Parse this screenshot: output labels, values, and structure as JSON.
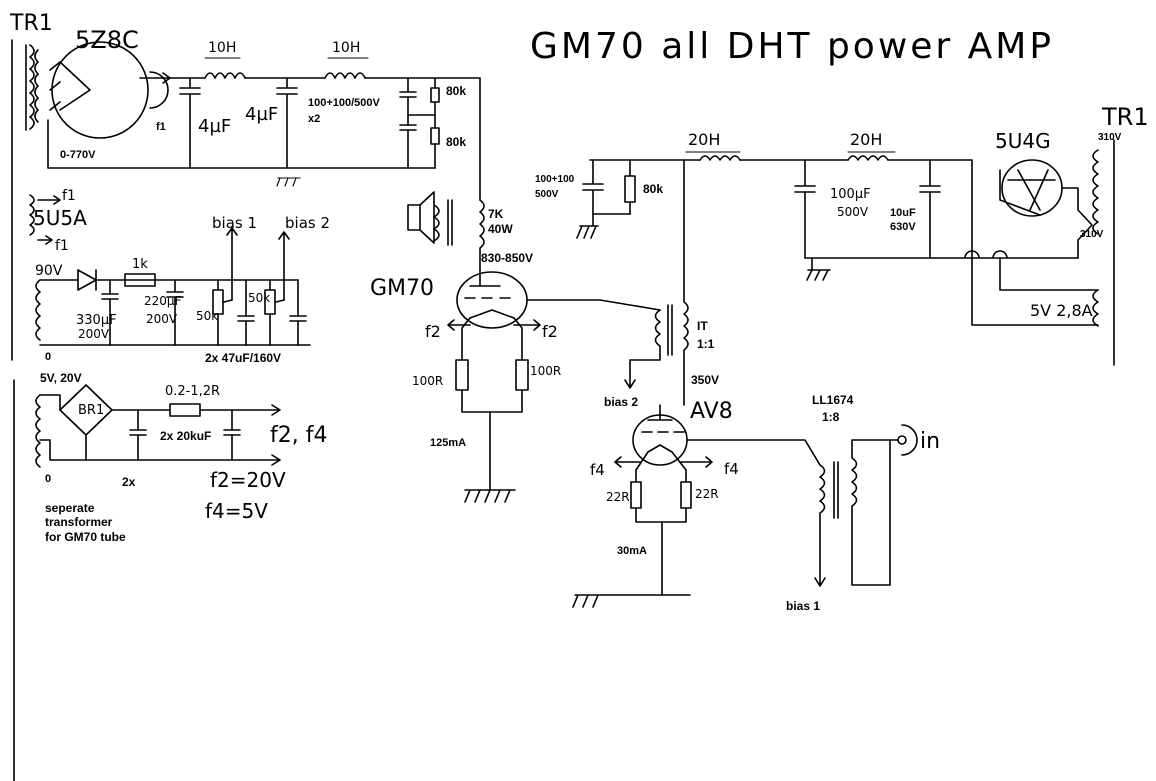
{
  "title": "GM70 all DHT power AMP",
  "left_supply": {
    "transformer": "TR1",
    "rectifier_tube": "5Z8C",
    "f1": "f1",
    "sec_voltage": "0-770V",
    "choke1": "10H",
    "choke2": "10H",
    "cap1": "4µF",
    "cap2": "4µF",
    "caps": "100+100/500V",
    "caps_mult": "x2",
    "r_top": "80k",
    "r_bottom": "80k"
  },
  "heater_5u5a": {
    "label": "5U5A",
    "f1a": "f1",
    "f1b": "f1"
  },
  "bias_supply": {
    "voltage": "90V",
    "resistor": "1k",
    "cap1": "330µF",
    "cap1_v": "200V",
    "cap2": "220µF",
    "cap2_v": "200V",
    "pot1": "50k",
    "pot2": "50k",
    "bias1": "bias 1",
    "bias2": "bias 2",
    "caps_note": "2x 47uF/160V",
    "zero": "0"
  },
  "filament_supply": {
    "voltage": "5V, 20V",
    "bridge": "BR1",
    "resistor": "0.2-1,2R",
    "caps": "2x 20kuF",
    "mult": "2x",
    "out": "f2, f4",
    "f2_eq": "f2=20V",
    "f4_eq": "f4=5V",
    "zero": "0",
    "note_line1": "seperate",
    "note_line2": "transformer",
    "note_line3": "for GM70 tube"
  },
  "output_stage": {
    "output_trafo": "7K",
    "output_power": "40W",
    "plate_voltage": "830-850V",
    "tube": "GM70",
    "f2_left": "f2",
    "f2_right": "f2",
    "r_left": "100R",
    "r_right": "100R",
    "current": "125mA"
  },
  "interstage": {
    "label": "IT",
    "ratio": "1:1",
    "voltage": "350V",
    "bias2": "bias 2"
  },
  "driver_stage": {
    "tube": "AV8",
    "f4_left": "f4",
    "f4_right": "f4",
    "r_left": "22R",
    "r_right": "22R",
    "current": "30mA"
  },
  "input": {
    "transformer": "LL1674",
    "ratio": "1:8",
    "in": "in",
    "bias1": "bias 1"
  },
  "right_supply": {
    "choke1": "20H",
    "choke2": "20H",
    "caps": "100+100",
    "caps_v": "500V",
    "r": "80k",
    "cap_big": "100µF",
    "cap_big_v": "500V",
    "cap_small": "10uF",
    "cap_small_v": "630V",
    "rectifier": "5U4G",
    "v_top": "310V",
    "v_bottom": "310V",
    "heater": "5V 2,8A",
    "transformer": "TR1"
  }
}
